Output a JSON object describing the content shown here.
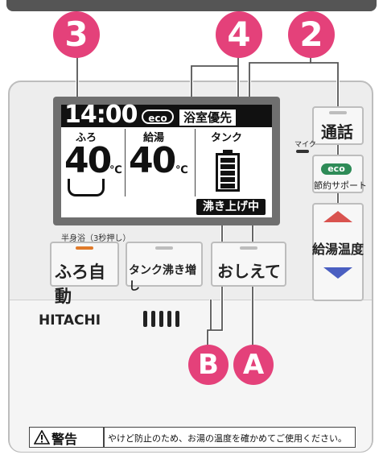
{
  "callouts": {
    "n3": "3",
    "n4": "4",
    "n2": "2",
    "B": "B",
    "A": "A"
  },
  "display": {
    "clock": "14:00",
    "eco_badge": "eco",
    "bath_priority": "浴室優先",
    "bath_label": "ふろ",
    "bath_temp": "40",
    "hot_water_label": "給湯",
    "hot_water_temp": "40",
    "temp_unit": "℃",
    "tank_label": "タンク",
    "tank_level": 0.8,
    "boiling_status": "沸き上げ中"
  },
  "side_buttons": {
    "call": "通話",
    "mic": "マイク",
    "eco_box": "eco",
    "eco_support": "節約サポート",
    "hot_water_temp": "給湯温度"
  },
  "bottom_buttons": {
    "half_bath_note": "半身浴（3秒押し）",
    "auto_bath": "ふろ自動",
    "tank_reheat": "タンク沸き増し",
    "teach": "おしえて"
  },
  "brand": "HITACHI",
  "warning": {
    "title": "警告",
    "text": "やけど防止のため、お湯の温度を確かめてご使用ください。"
  },
  "colors": {
    "callout_pink": "#e4417a",
    "up_arrow_red": "#d9534f",
    "down_arrow_blue": "#4a5fc1",
    "auto_bath_orange": "#e07a2a",
    "eco_green": "#2e8b57"
  }
}
